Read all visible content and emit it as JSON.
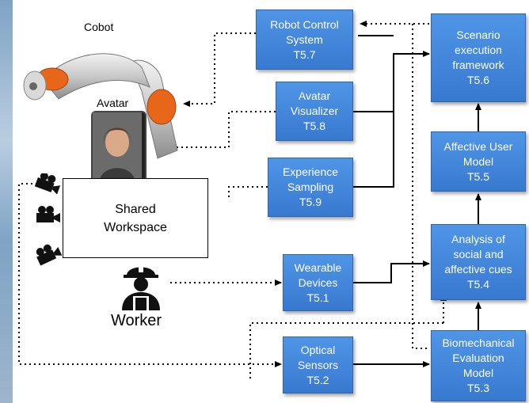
{
  "figure": {
    "labels": {
      "cobot": "Cobot",
      "avatar": "Avatar",
      "worker": "Worker",
      "shared_workspace_line1": "Shared",
      "shared_workspace_line2": "Workspace"
    },
    "boxes": {
      "robot_control": {
        "line1": "Robot Control",
        "line2": "System",
        "code": "T5.7"
      },
      "avatar_visualizer": {
        "line1": "Avatar",
        "line2": "Visualizer",
        "code": "T5.8"
      },
      "experience_sampling": {
        "line1": "Experience",
        "line2": "Sampling",
        "code": "T5.9"
      },
      "wearable_devices": {
        "line1": "Wearable",
        "line2": "Devices",
        "code": "T5.1"
      },
      "optical_sensors": {
        "line1": "Optical",
        "line2": "Sensors",
        "code": "T5.2"
      },
      "scenario_framework": {
        "line1": "Scenario",
        "line2": "execution",
        "line3": "framework",
        "code": "T5.6"
      },
      "affective_user_model": {
        "line1": "Affective User",
        "line2": "Model",
        "code": "T5.5"
      },
      "analysis_cues": {
        "line1": "Analysis of",
        "line2": "social and",
        "line3": "affective cues",
        "code": "T5.4"
      },
      "biomechanical_model": {
        "line1": "Biomechanical",
        "line2": "Evaluation",
        "line3": "Model",
        "code": "T5.3"
      }
    },
    "colors": {
      "box_fill": "#3f86de",
      "box_border": "#2f64b2",
      "robot_orange": "#e8661a",
      "line": "#000000"
    }
  }
}
